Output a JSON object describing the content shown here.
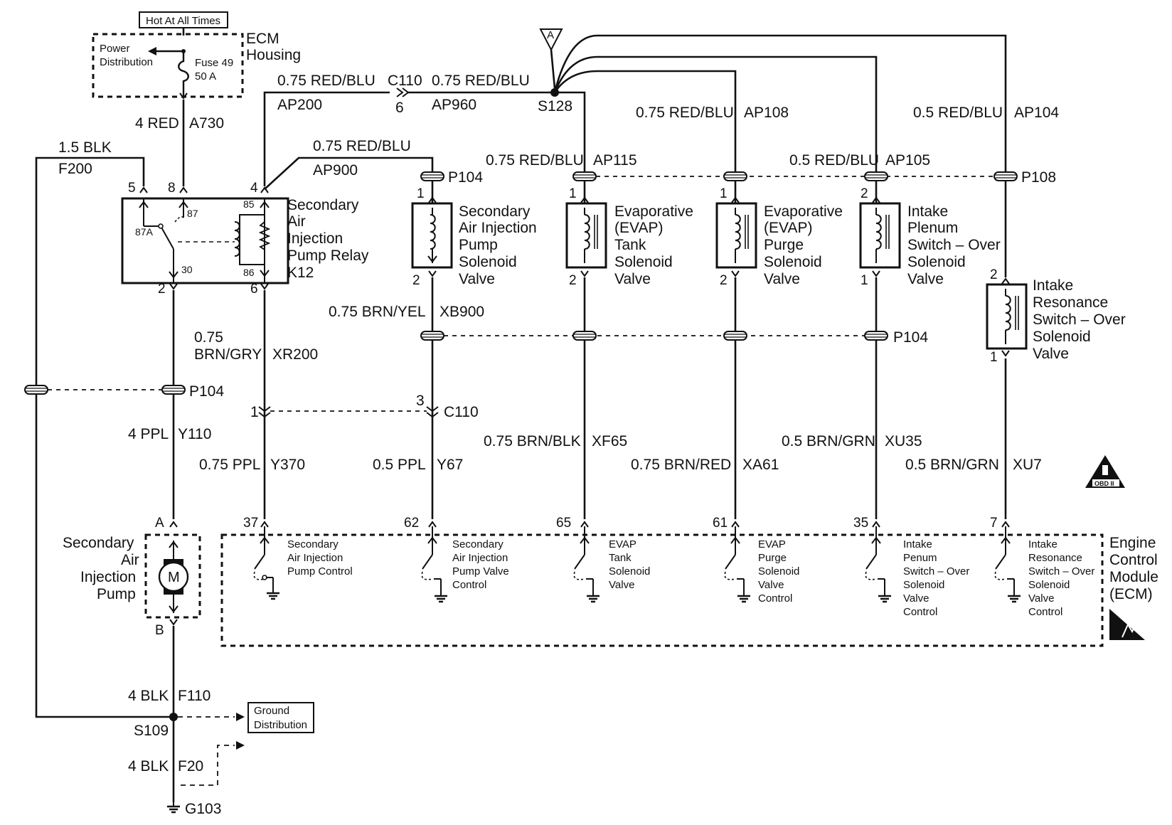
{
  "power": {
    "hot_at_all_times": "Hot At All Times",
    "power_distribution": [
      "Power",
      "Distribution"
    ],
    "fuse": [
      "Fuse 49",
      "50 A"
    ],
    "ecm_housing": [
      "ECM",
      "Housing"
    ]
  },
  "wires": {
    "a730_size": "4 RED",
    "a730": "A730",
    "f200_size": "1.5 BLK",
    "f200": "F200",
    "ap200_size": "0.75 RED/BLU",
    "ap200": "AP200",
    "c110_top": "C110",
    "c110_top_pin": "6",
    "ap960_size": "0.75 RED/BLU",
    "ap960": "AP960",
    "s128": "S128",
    "splice_a": "A",
    "ap900_size": "0.75 RED/BLU",
    "ap900": "AP900",
    "ap115_size": "0.75 RED/BLU",
    "ap115": "AP115",
    "ap108_size": "0.75 RED/BLU",
    "ap108": "AP108",
    "ap105_size": "0.5 RED/BLU",
    "ap105": "AP105",
    "ap104_size": "0.5 RED/BLU",
    "ap104": "AP104",
    "xb900_size": "0.75 BRN/YEL",
    "xb900": "XB900",
    "xr200_size": [
      "0.75",
      "BRN/GRY"
    ],
    "xr200": "XR200",
    "y110_size": "4 PPL",
    "y110": "Y110",
    "y370_size": "0.75 PPL",
    "y370": "Y370",
    "y67_size": "0.5 PPL",
    "y67": "Y67",
    "xf65_size": "0.75 BRN/BLK",
    "xf65": "XF65",
    "xa61_size": "0.75 BRN/RED",
    "xa61": "XA61",
    "xu35_size": "0.5 BRN/GRN",
    "xu35": "XU35",
    "xu7_size": "0.5 BRN/GRN",
    "xu7": "XU7",
    "f110_size": "4 BLK",
    "f110": "F110",
    "f20_size": "4 BLK",
    "f20": "F20"
  },
  "connectors": {
    "p104": "P104",
    "p108": "P108",
    "c110": "C110",
    "c110_pin1": "1",
    "c110_pin3": "3",
    "s109": "S109",
    "g103": "G103",
    "ground_distribution": [
      "Ground",
      "Distribution"
    ]
  },
  "relay": {
    "name": [
      "Secondary",
      "Air",
      "Injection",
      "Pump Relay",
      "K12"
    ],
    "pins_outside": {
      "p5": "5",
      "p8": "8",
      "p4": "4",
      "p2": "2",
      "p6": "6"
    },
    "pins_inside": {
      "p87": "87",
      "p87a": "87A",
      "p85": "85",
      "p86": "86",
      "p30": "30"
    }
  },
  "solenoids": [
    {
      "name": [
        "Secondary",
        "Air Injection",
        "Pump",
        "Solenoid",
        "Valve"
      ],
      "pin_top": "1",
      "pin_bottom": "2"
    },
    {
      "name": [
        "Evaporative",
        "(EVAP)",
        "Tank",
        "Solenoid",
        "Valve"
      ],
      "pin_top": "1",
      "pin_bottom": "2"
    },
    {
      "name": [
        "Evaporative",
        "(EVAP)",
        "Purge",
        "Solenoid",
        "Valve"
      ],
      "pin_top": "1",
      "pin_bottom": "2"
    },
    {
      "name": [
        "Intake",
        "Plenum",
        "Switch – Over",
        "Solenoid",
        "Valve"
      ],
      "pin_top": "2",
      "pin_bottom": "1"
    },
    {
      "name": [
        "Intake",
        "Resonance",
        "Switch – Over",
        "Solenoid",
        "Valve"
      ],
      "pin_top": "2",
      "pin_bottom": "1"
    }
  ],
  "pump": {
    "name": [
      "Secondary",
      "Air",
      "Injection",
      "Pump"
    ],
    "motor": "M",
    "pin_a": "A",
    "pin_b": "B"
  },
  "ecm": {
    "name": [
      "Engine",
      "Control",
      "Module",
      "(ECM)"
    ],
    "pins": [
      "37",
      "62",
      "65",
      "61",
      "35",
      "7"
    ],
    "drivers": [
      [
        "Secondary",
        "Air Injection",
        "Pump Control"
      ],
      [
        "Secondary",
        "Air Injection",
        "Pump Valve",
        "Control"
      ],
      [
        "EVAP",
        "Tank",
        "Solenoid",
        "Valve"
      ],
      [
        "EVAP",
        "Purge",
        "Solenoid",
        "Valve",
        "Control"
      ],
      [
        "Intake",
        "Penum",
        "Switch – Over",
        "Solenoid",
        "Valve",
        "Control"
      ],
      [
        "Intake",
        "Resonance",
        "Switch – Over",
        "Solenoid",
        "Valve",
        "Control"
      ]
    ],
    "obd_badge": "OBD II"
  }
}
